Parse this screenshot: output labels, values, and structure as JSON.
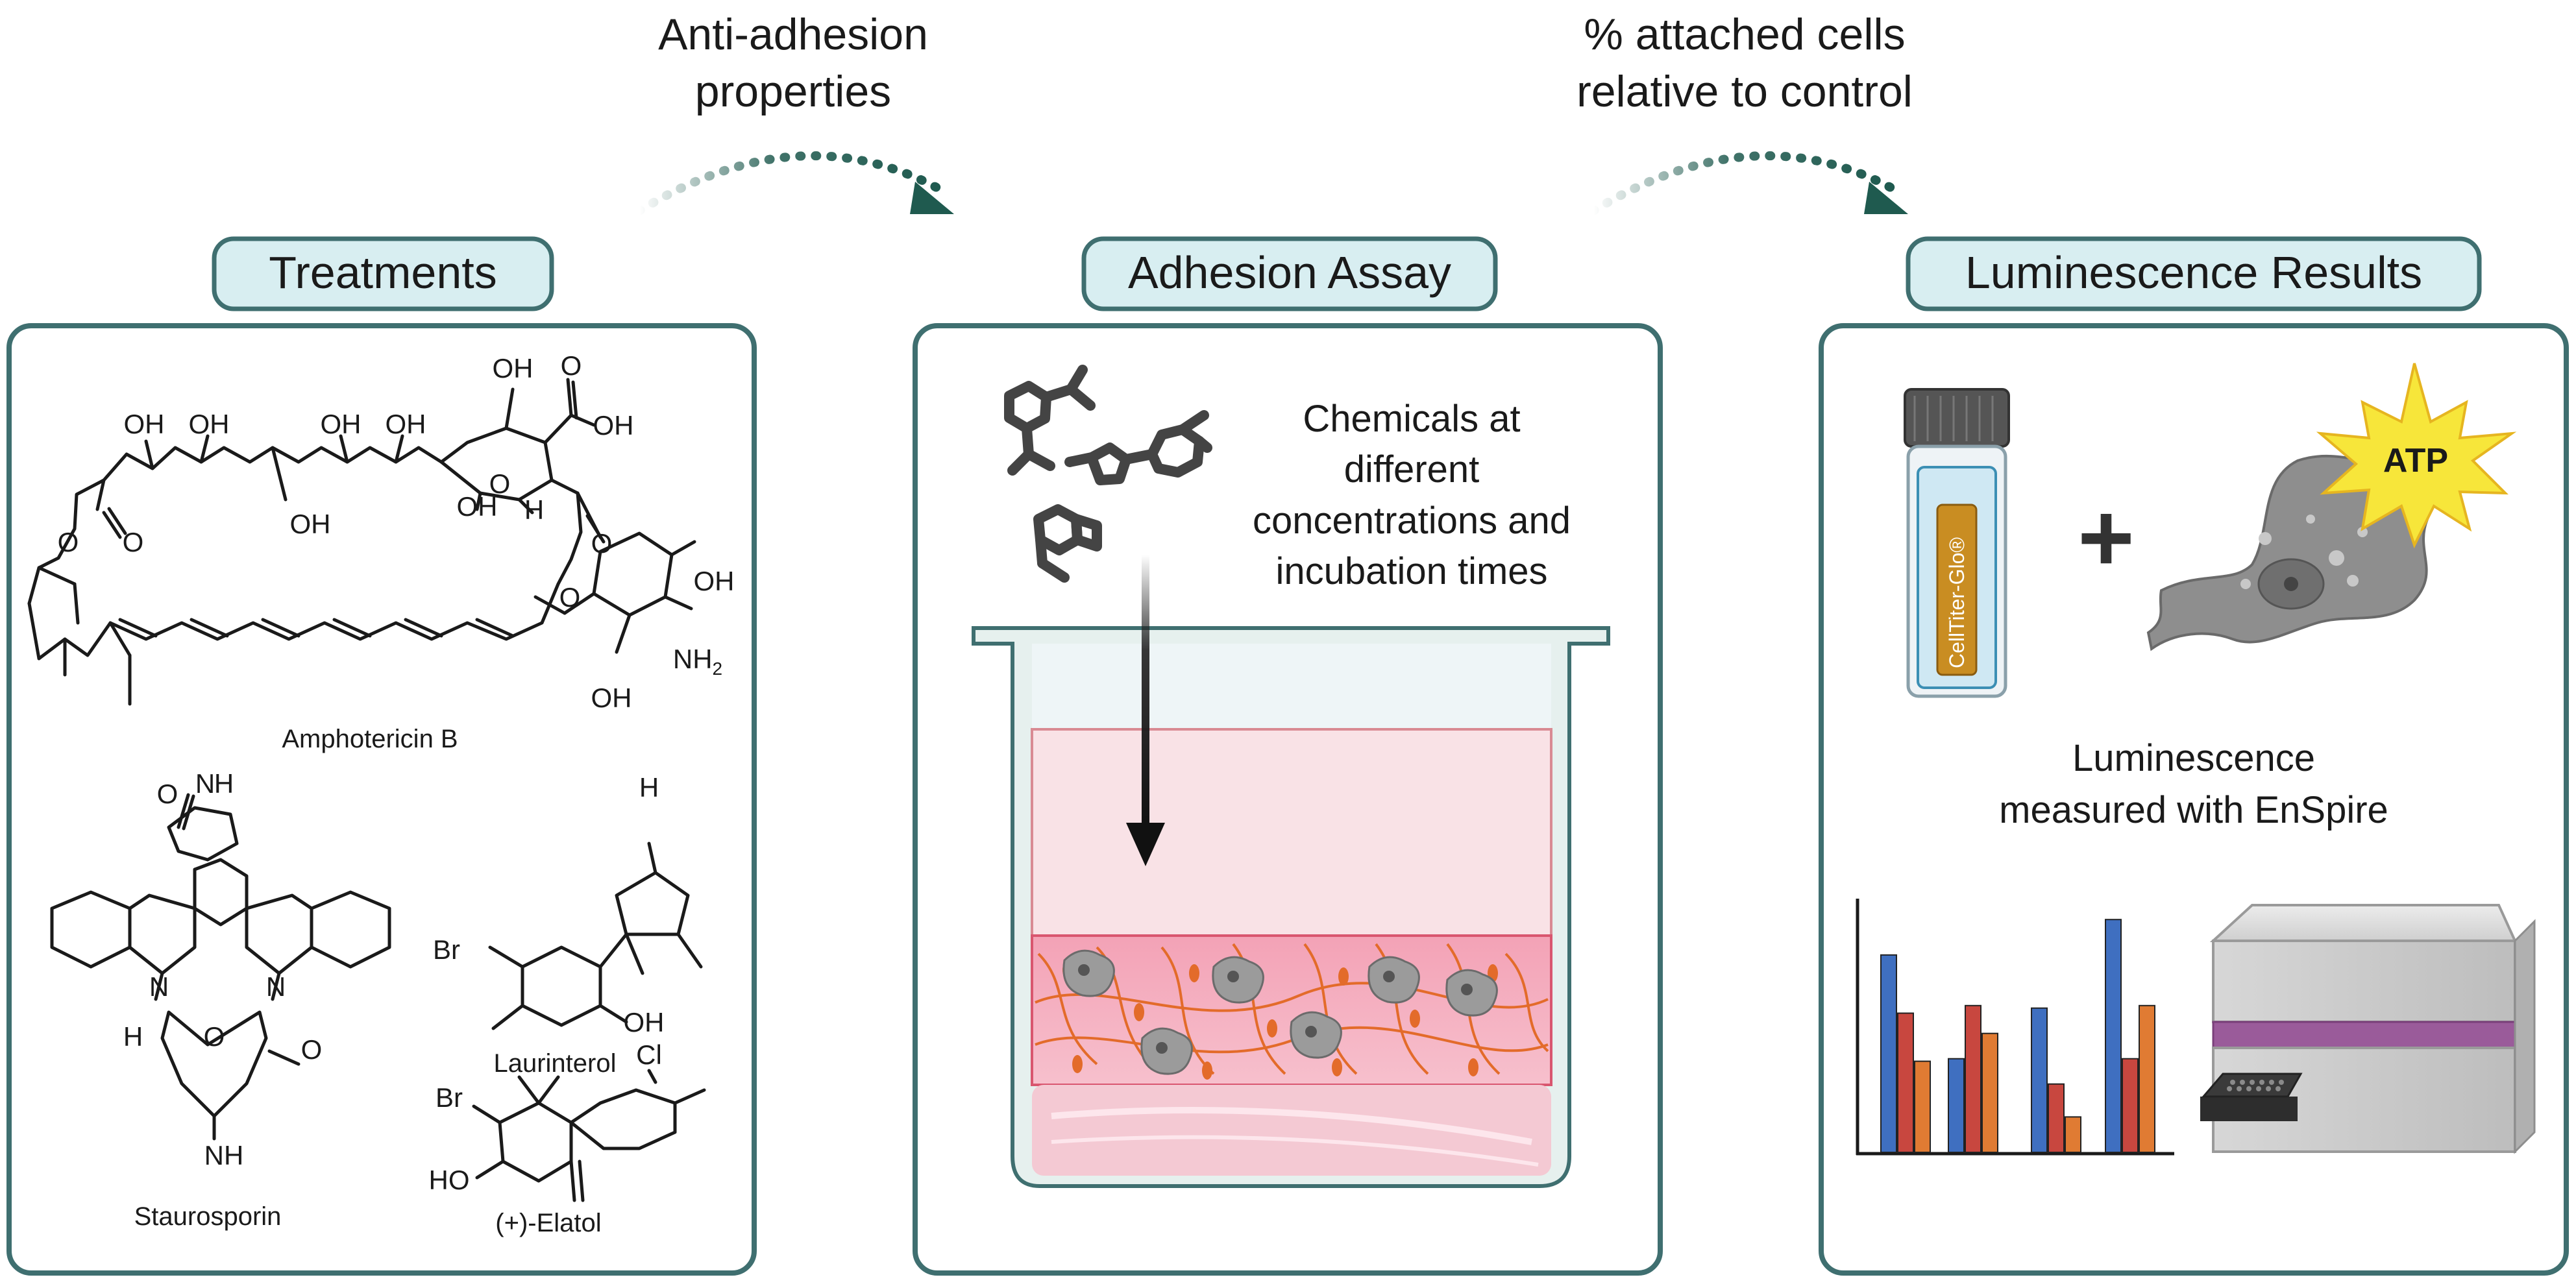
{
  "captions": {
    "left": [
      "Anti-adhesion",
      "properties"
    ],
    "right": [
      "% attached cells",
      "relative to control"
    ]
  },
  "panels": {
    "treatments": {
      "title": "Treatments",
      "compounds": {
        "amphotericin": "Amphotericin B",
        "staurosporin": "Staurosporin",
        "laurinterol": "Laurinterol",
        "elatol": "(+)-Elatol"
      },
      "atoms": {
        "oh": "OH",
        "o": "O",
        "h": "H",
        "n": "N",
        "nh": "NH",
        "nh2_main": "NH",
        "nh2_sub": "2",
        "br": "Br",
        "ho": "HO",
        "cl": "Cl"
      }
    },
    "assay": {
      "title": "Adhesion Assay",
      "description": [
        "Chemicals at",
        "different",
        "concentrations and",
        "incubation times"
      ]
    },
    "results": {
      "title": "Luminescence Results",
      "vial_label": "CellTiter-Glo®",
      "plus": "+",
      "atp": "ATP",
      "description": [
        "Luminescence",
        "measured with EnSpire"
      ]
    }
  },
  "colors": {
    "panel_border": "#3f6f70",
    "title_fill": "#d8eef1",
    "arrow_dots": "#1f5a4f",
    "bar_blue": "#3f6fc0",
    "bar_red": "#c8473f",
    "bar_orange": "#e07b33",
    "atp_star": "#f7e63a",
    "media_pink": "#f4c7cf",
    "gel_pink": "#ee9fb2"
  },
  "chart_data": {
    "type": "bar",
    "categories": [
      "",
      "",
      "",
      ""
    ],
    "series": [
      {
        "values": [
          0.78,
          0.37,
          0.57,
          0.92
        ]
      },
      {
        "values": [
          0.55,
          0.58,
          0.27,
          0.37
        ]
      },
      {
        "values": [
          0.36,
          0.47,
          0.14,
          0.58
        ]
      }
    ],
    "ylim": [
      0,
      1
    ],
    "grid": false
  }
}
